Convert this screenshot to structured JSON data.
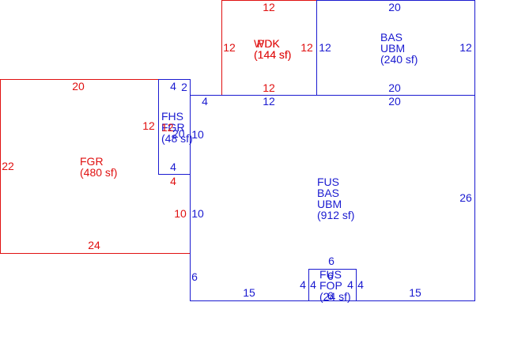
{
  "colors": {
    "red": "#e01010",
    "blue": "#1a1ad0",
    "background": "#ffffff"
  },
  "areas": {
    "fgr": {
      "l1": "FGR",
      "l2": "(480 sf)"
    },
    "wdk_pdk": {
      "l1": "WDK",
      "l1b": "PDK",
      "l2": "(144 sf)",
      "l2b": "(144 sf)"
    },
    "bas_upper": {
      "l1": "BAS",
      "l2": "UBM",
      "l3": "(240 sf)"
    },
    "fhs": {
      "l1": "FHS",
      "l2": "FGR",
      "l3": "(48 sf)",
      "l2b": "12",
      "l3b": "20"
    },
    "fus_main": {
      "l1": "FUS",
      "l2": "BAS",
      "l3": "UBM",
      "l4": "(912 sf)"
    },
    "fus_fop": {
      "l1": "FUS",
      "l2": "FOP",
      "l3": "(24 sf)",
      "l4": "6",
      "l5": "6"
    }
  },
  "dims": {
    "fgr_top": "20",
    "fgr_left": "22",
    "fgr_bottom": "24",
    "fgr_right_top": "12",
    "fgr_right_bottom": "10",
    "fgr_notch": "4",
    "deck_top": "12",
    "deck_left": "12",
    "deck_right": "12",
    "deck_bottom": "12",
    "bas_top": "20",
    "bas_left": "12",
    "bas_right": "12",
    "bas_bottom": "20",
    "fhs_top": "4",
    "fhs_top_right": "2",
    "fhs_right": "10",
    "fhs_bottom": "4",
    "main_top_left": "4",
    "main_top_mid": "12",
    "main_top_right": "20",
    "main_left": "10",
    "main_right": "26",
    "main_left_low": "6",
    "main_bottom_left": "15",
    "main_bottom_right": "15",
    "fop_top": "6",
    "fop_left_a": "4",
    "fop_left_b": "4",
    "fop_right_a": "4",
    "fop_right_b": "4"
  }
}
